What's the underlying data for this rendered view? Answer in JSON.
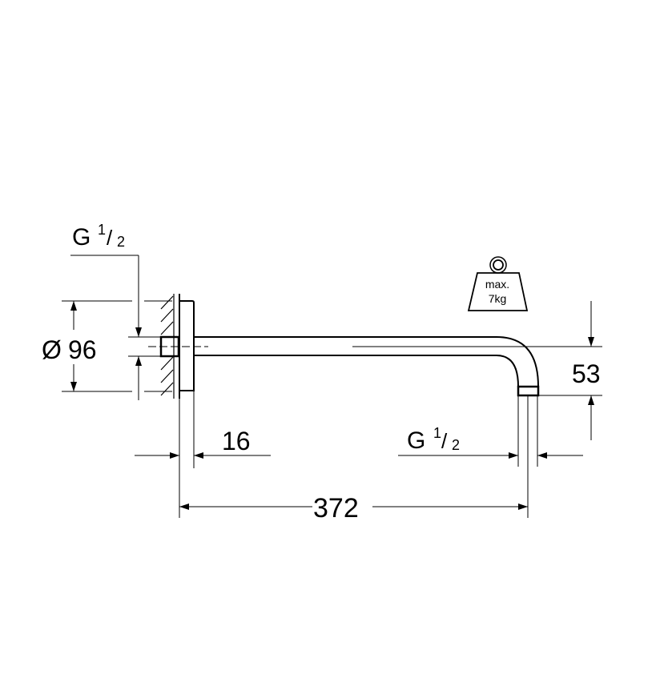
{
  "drawing": {
    "subject": "shower arm with wall flange",
    "colors": {
      "line": "#000000",
      "background": "#ffffff"
    },
    "dimensions": {
      "flange_diameter": {
        "symbol": "Ø",
        "value": "96"
      },
      "inlet_thread": {
        "prefix": "G",
        "numerator": "1",
        "slash": "/",
        "denominator": "2"
      },
      "flange_depth": {
        "value": "16"
      },
      "outlet_thread": {
        "prefix": "G",
        "numerator": "1",
        "slash": "/",
        "denominator": "2"
      },
      "projection": {
        "value": "372"
      },
      "drop_height": {
        "value": "53"
      }
    },
    "weight_badge": {
      "icon": "weight-icon",
      "line1": "max.",
      "line2": "7kg"
    }
  }
}
